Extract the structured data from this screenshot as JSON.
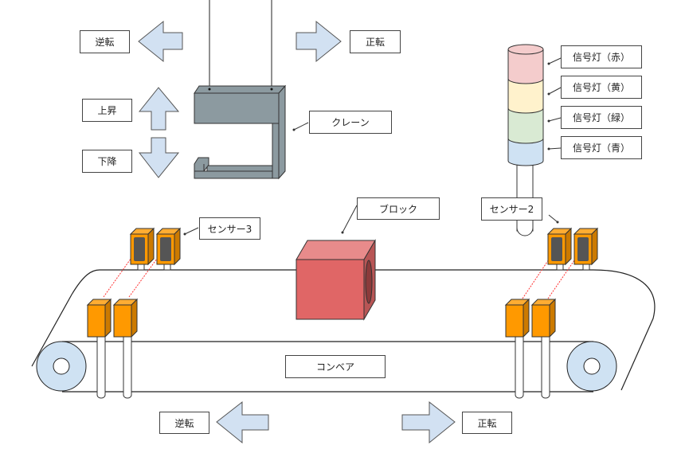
{
  "colors": {
    "arrow_fill": "#d2e1f2",
    "crane": "#8c9aa0",
    "block_front": "#e06666",
    "block_top": "#e88b8b",
    "block_side": "#b85555",
    "sensor_front": "#ff9900",
    "sensor_top": "#ffad33",
    "sensor_side": "#cc7a00",
    "sensor_lens": "#555555",
    "beam": "#ff3333",
    "lamp_red": "#f4cccc",
    "lamp_yellow": "#fff2cc",
    "lamp_green": "#d9ead3",
    "lamp_blue": "#cfe2f3",
    "roller": "#cfe2f3"
  },
  "crane_controls": {
    "reverse": "逆転",
    "forward": "正転",
    "up": "上昇",
    "down": "下降"
  },
  "labels": {
    "crane": "クレーン",
    "block": "ブロック",
    "sensor2": "センサー2",
    "sensor3": "センサー3",
    "conveyor": "コンベア"
  },
  "signal_tower": [
    {
      "name": "signal-light-red",
      "label": "信号灯（赤）"
    },
    {
      "name": "signal-light-yellow",
      "label": "信号灯（黄）"
    },
    {
      "name": "signal-light-green",
      "label": "信号灯（緑）"
    },
    {
      "name": "signal-light-blue",
      "label": "信号灯（青）"
    }
  ],
  "conveyor_controls": {
    "reverse": "逆転",
    "forward": "正転"
  }
}
